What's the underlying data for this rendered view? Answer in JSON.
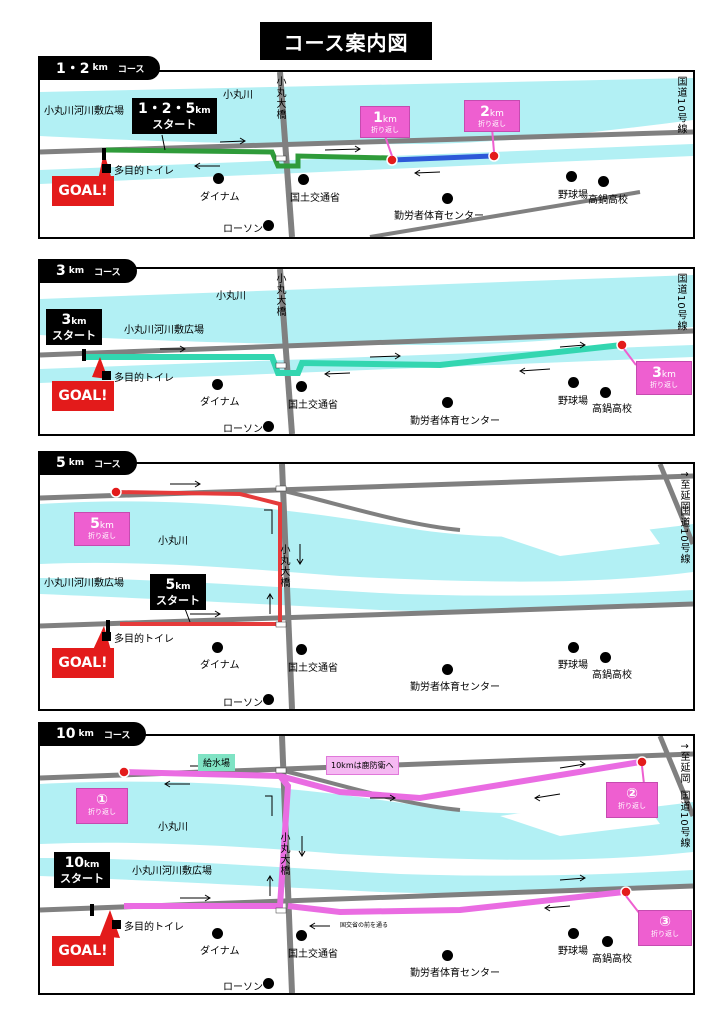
{
  "title": "コース案内図",
  "common": {
    "river": "小丸川",
    "bridge": "小丸大橋",
    "park": "小丸川河川敷広場",
    "toilet": "多目的トイレ",
    "dynam": "ダイナム",
    "ministry": "国土交通省",
    "lawson": "ローソン",
    "labor_center": "勤労者体育センター",
    "baseball": "野球場",
    "highschool": "高鍋高校",
    "route10": "国道10号線",
    "to_nobeoka": "↑至延岡",
    "goal": "GOAL!",
    "start": "スタート",
    "turn": "折り返し",
    "km": "km",
    "course": "コース",
    "colors": {
      "river": "#b2f0f4",
      "road": "#808080",
      "route_green": "#2f9b3a",
      "route_blue": "#2d59d8",
      "route_teal": "#33d6b0",
      "route_red": "#e53b3b",
      "route_pink": "#ea6ce2",
      "marker": "#ee5fd0"
    }
  },
  "panels": [
    {
      "tab_num": "1・2",
      "start_num": "1・2・5",
      "turns": [
        {
          "num": "1"
        },
        {
          "num": "2"
        }
      ]
    },
    {
      "tab_num": "3",
      "start_num": "3",
      "turns": [
        {
          "num": "3"
        }
      ]
    },
    {
      "tab_num": "5",
      "start_num": "5",
      "turns": [
        {
          "num": "5"
        }
      ]
    },
    {
      "tab_num": "10",
      "start_num": "10",
      "water": "給水場",
      "note_route": "10kmは鹿防衛へ",
      "note_small": "国交省の前を通る",
      "turns": [
        {
          "num": "①"
        },
        {
          "num": "②"
        },
        {
          "num": "③"
        }
      ]
    }
  ]
}
